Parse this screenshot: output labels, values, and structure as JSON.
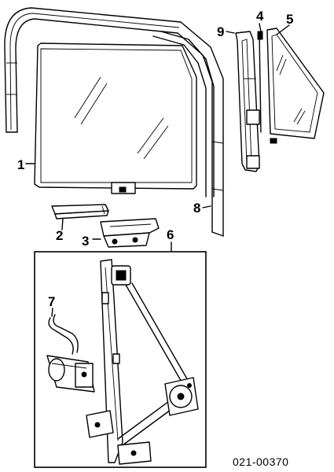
{
  "callouts": {
    "c1": "1",
    "c2": "2",
    "c3": "3",
    "c4": "4",
    "c5": "5",
    "c6": "6",
    "c7": "7",
    "c8": "8",
    "c9": "9"
  },
  "diagram_code": "021-00370"
}
